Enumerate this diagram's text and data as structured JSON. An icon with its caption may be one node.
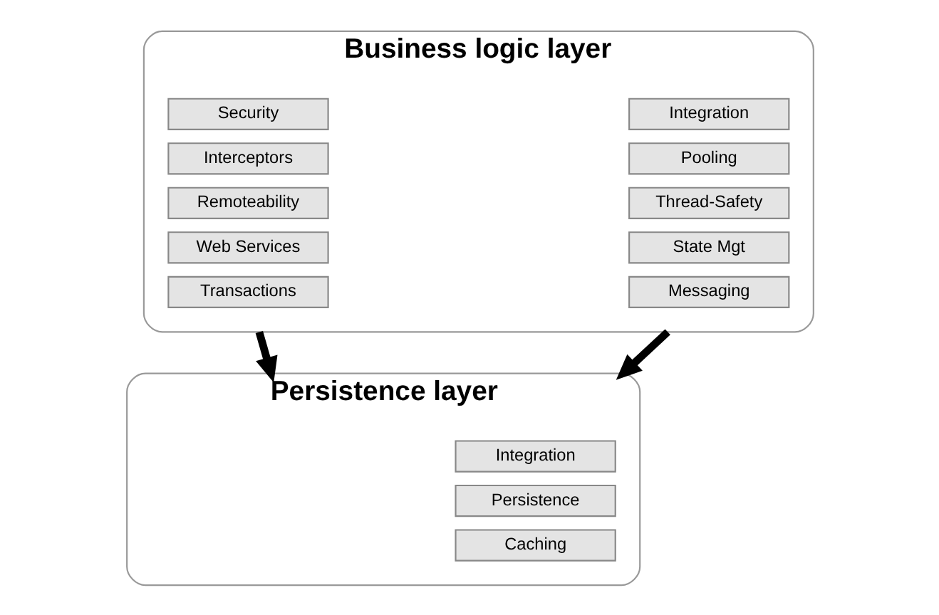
{
  "diagram": {
    "nodes": [
      {
        "text": [
          "Business logic layer"
        ]
      },
      {
        "text": [
          "Security"
        ],
        "in": 0
      },
      {
        "text": [
          "Interceptors"
        ],
        "in": 0
      },
      {
        "text": [
          "Remoteability"
        ],
        "in": 0
      },
      {
        "text": [
          "Web Services"
        ],
        "in": 0
      },
      {
        "text": [
          "Transactions"
        ],
        "in": 0
      },
      {
        "text": [
          "Integration"
        ],
        "in": 0
      },
      {
        "text": [
          "Pooling"
        ],
        "in": 0
      },
      {
        "text": [
          "Thread-Safety"
        ],
        "in": 0
      },
      {
        "text": [
          "State Mgt"
        ],
        "in": 0
      },
      {
        "text": [
          "Messaging"
        ],
        "in": 0
      },
      {
        "text": [
          "Persistence layer"
        ]
      },
      {
        "text": [
          "Integration"
        ],
        "in": 11
      },
      {
        "text": [
          "Persistence"
        ],
        "in": 11
      },
      {
        "text": [
          "Caching"
        ],
        "in": 11
      }
    ],
    "edges": [
      {
        "from": 0,
        "to": 11,
        "arrow": "to"
      },
      {
        "from": 0,
        "to": 11,
        "arrow": "to"
      }
    ]
  }
}
